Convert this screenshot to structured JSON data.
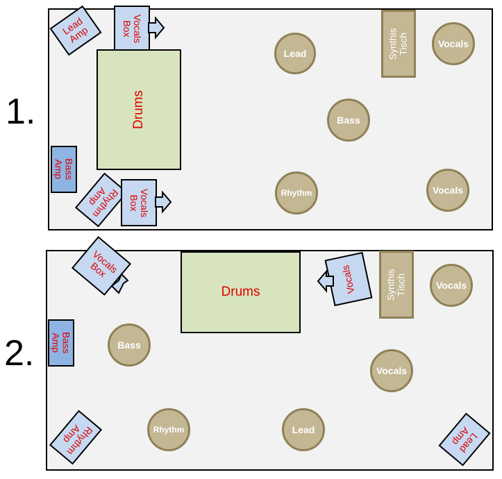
{
  "diagrams": [
    {
      "number": "1.",
      "drums": "Drums",
      "lead_amp": [
        "Lead",
        "Amp"
      ],
      "vocals_box_top": [
        "Vocals",
        "Box"
      ],
      "vocals_box_bottom": [
        "Vocals",
        "Box"
      ],
      "bass_amp": [
        "Bass",
        "Amp"
      ],
      "rhythm_amp": [
        "Rhythm",
        "Amp"
      ],
      "synth": [
        "Synthis",
        "Tisch"
      ],
      "players": {
        "lead": "Lead",
        "vocals_top": "Vocals",
        "bass": "Bass",
        "rhythm": "Rhythm",
        "vocals_bottom": "Vocals"
      }
    },
    {
      "number": "2.",
      "drums": "Drums",
      "vocals_box_left": [
        "Vocals",
        "Box"
      ],
      "vocals_box_right": "Vocals",
      "bass_amp": [
        "Bass",
        "Amp"
      ],
      "rhythm_amp": [
        "Rhythm",
        "Amp"
      ],
      "lead_amp": [
        "Lead",
        "Amp"
      ],
      "synth": [
        "Synthis",
        "Tisch"
      ],
      "players": {
        "vocals_top": "Vocals",
        "bass": "Bass",
        "vocals_mid": "Vocals",
        "rhythm": "Rhythm",
        "lead": "Lead"
      }
    }
  ]
}
